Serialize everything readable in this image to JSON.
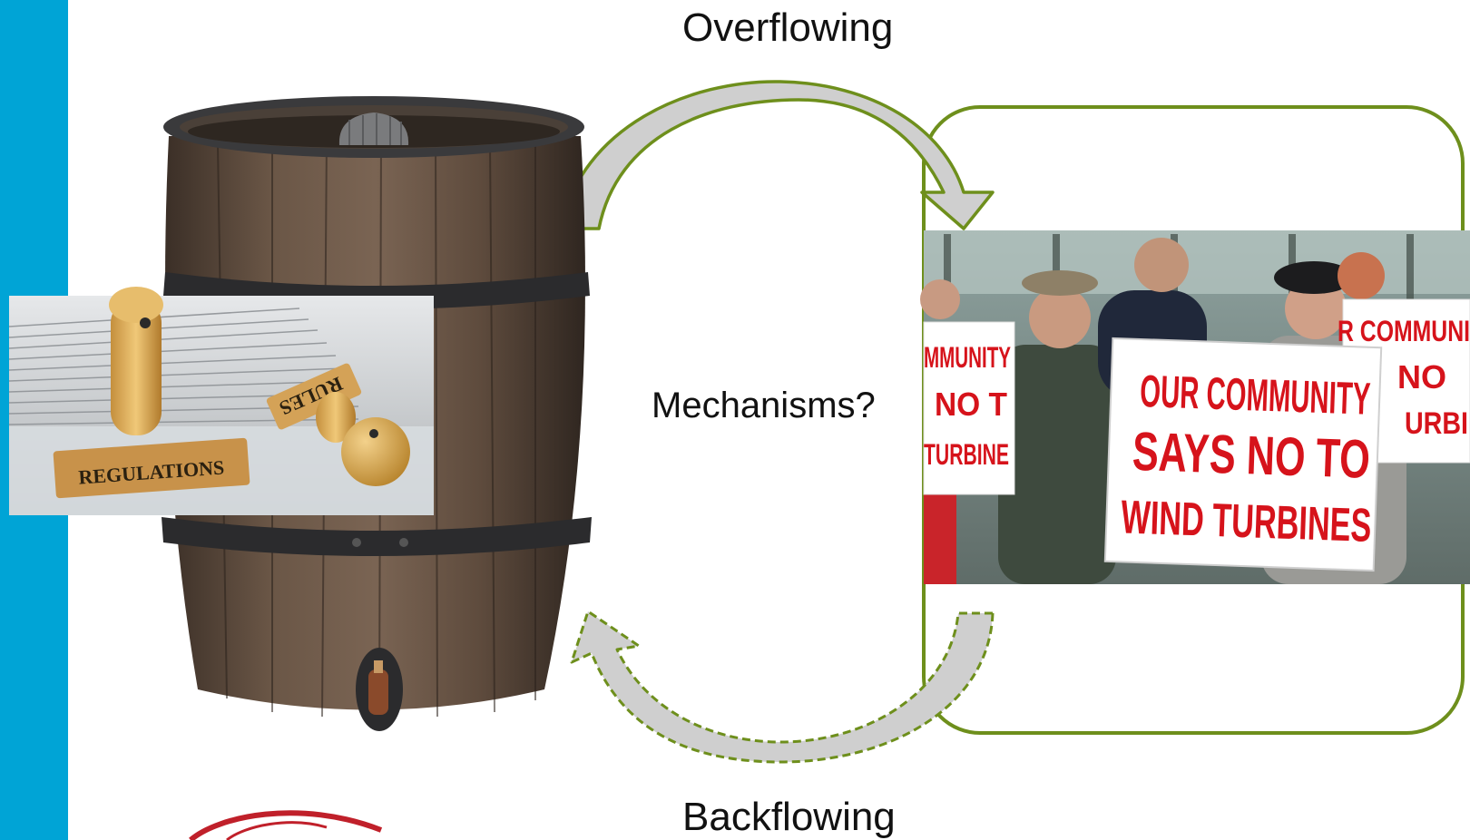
{
  "labels": {
    "top": "Overflowing",
    "middle": "Mechanisms?",
    "bottom": "Backflowing"
  },
  "regulations_photo": {
    "stamp_left_text": "REGULATIONS",
    "stamp_right_text": "RULES"
  },
  "protest_photo": {
    "main_sign": [
      "OUR COMMUNITY",
      "SAYS NO TO",
      "WIND TURBINES"
    ],
    "left_sign": [
      "MMUNITY",
      "NO T",
      "TURBINE"
    ],
    "right_sign": [
      "R COMMUNI",
      "NO",
      "URBI"
    ]
  },
  "colors": {
    "side_bar": "#00a4d6",
    "arrow_outline": "#6e8f1c",
    "arrow_fill": "#cfcfcf",
    "sign_text": "#d6131b"
  },
  "icons": {
    "logo": "partial-red-swoosh-logo"
  }
}
